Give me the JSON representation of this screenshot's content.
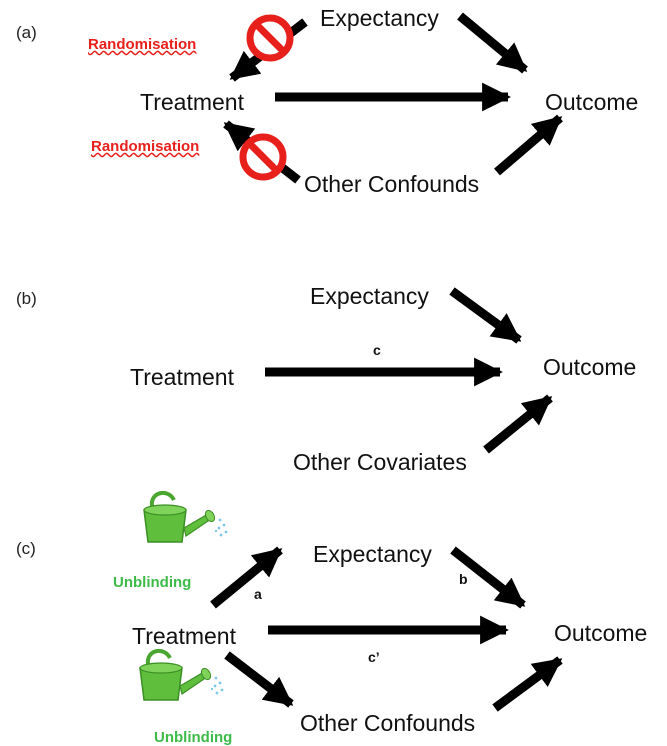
{
  "panel_a": {
    "label": "(a)",
    "nodes": {
      "expectancy": "Expectancy",
      "treatment": "Treatment",
      "outcome": "Outcome",
      "other": "Other Confounds"
    },
    "annotations": {
      "rand_top": "Randomisation",
      "rand_bottom": "Randomisation"
    },
    "icons": {
      "block_top": "prohibited-icon",
      "block_bottom": "prohibited-icon"
    }
  },
  "panel_b": {
    "label": "(b)",
    "nodes": {
      "expectancy": "Expectancy",
      "treatment": "Treatment",
      "outcome": "Outcome",
      "other": "Other Covariates"
    },
    "edges": {
      "direct": "c"
    }
  },
  "panel_c": {
    "label": "(c)",
    "nodes": {
      "expectancy": "Expectancy",
      "treatment": "Treatment",
      "outcome": "Outcome",
      "other": "Other Confounds"
    },
    "edges": {
      "a": "a",
      "b": "b",
      "direct": "c’"
    },
    "annotations": {
      "unblind_top": "Unblinding",
      "unblind_bottom": "Unblinding"
    },
    "icons": {
      "can_top": "watering-can-icon",
      "can_bottom": "watering-can-icon"
    }
  },
  "colors": {
    "arrow": "#000000",
    "prohibit": "#e8201c",
    "unblinding": "#3dbb49",
    "can": "#5fbf3c"
  }
}
